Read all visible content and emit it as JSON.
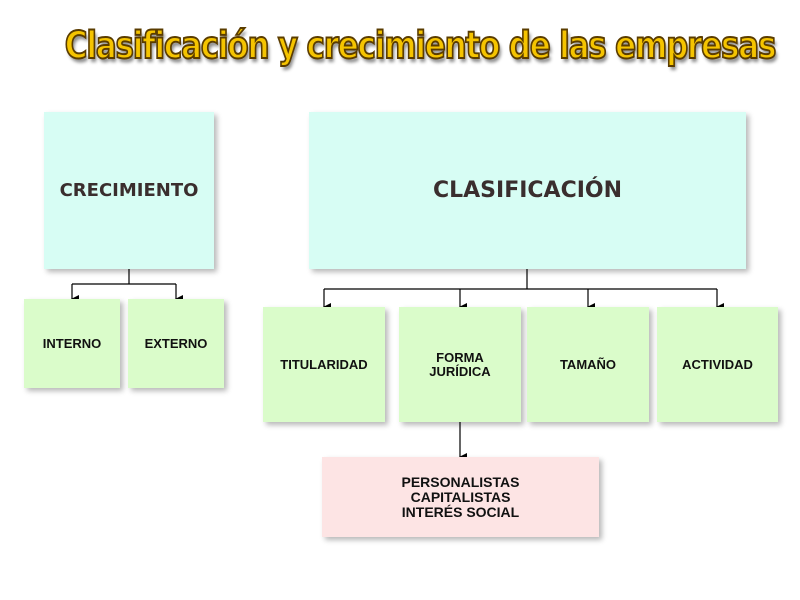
{
  "title": "Clasificación y crecimiento de las empresas",
  "crecimiento": {
    "label": "CRECIMIENTO",
    "children": [
      "INTERNO",
      "EXTERNO"
    ]
  },
  "clasificacion": {
    "label": "CLASIFICACIÓN",
    "children": [
      "TITULARIDAD",
      "FORMA JURÍDICA",
      "TAMAÑO",
      "ACTIVIDAD"
    ]
  },
  "forma_juridica_tipos": [
    "PERSONALISTAS",
    "CAPITALISTAS",
    "INTERÉS SOCIAL"
  ],
  "colors": {
    "parent_box": "#d7fdf4",
    "child_box": "#dafcca",
    "leaf_box": "#fde4e4",
    "title_fill": "#f5c400"
  }
}
